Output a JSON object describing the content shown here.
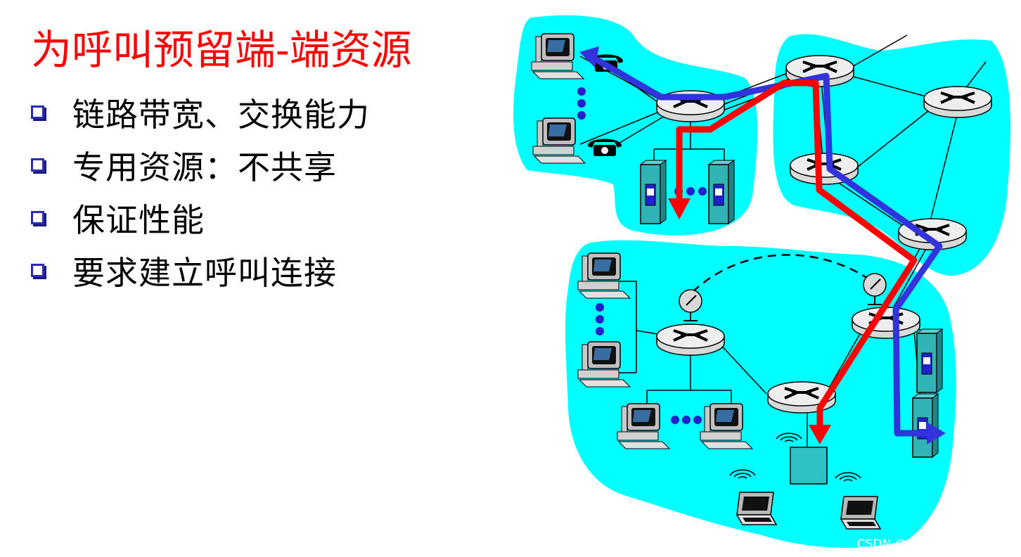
{
  "slide": {
    "title": "为呼叫预留端-端资源",
    "bullets": [
      "链路带宽、交换能力",
      "专用资源：不共享",
      "保证性能",
      "要求建立呼叫连接"
    ]
  },
  "watermark": "CSDN @Ybb_studyRecord",
  "colors": {
    "title": "#ff0000",
    "cloud": "#00ffff",
    "red_path": "#ff0000",
    "blue_path": "#3333dd",
    "bullet_box": "#2b2bb4"
  }
}
